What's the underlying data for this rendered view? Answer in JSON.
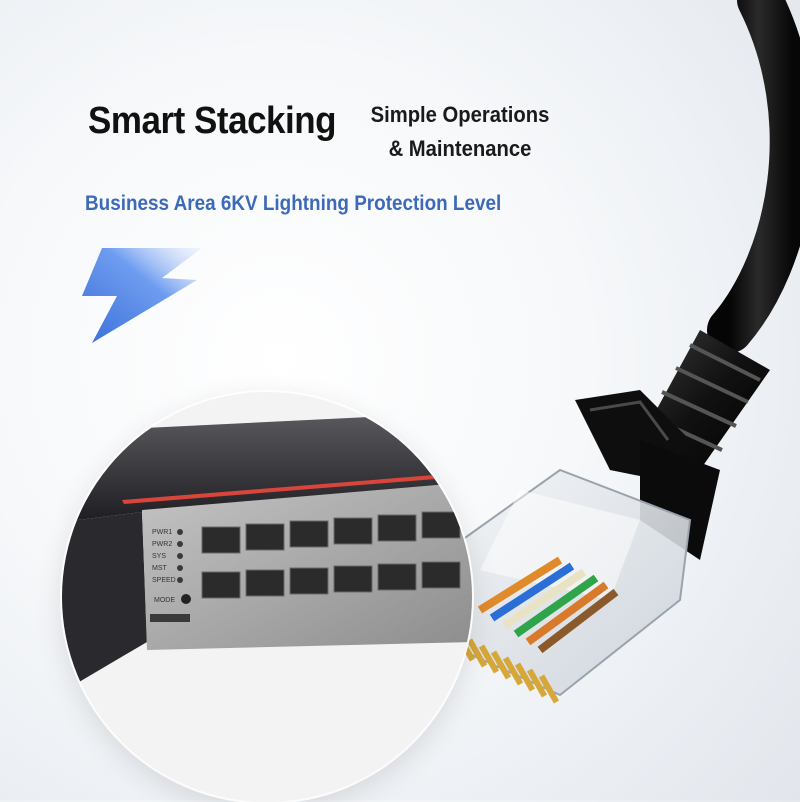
{
  "headline": "Smart Stacking",
  "subhead": {
    "line1": "Simple Operations",
    "line2": "& Maintenance"
  },
  "tagline": "Business Area 6KV Lightning Protection Level",
  "switch_labels": {
    "leds": [
      "PWR1",
      "PWR2",
      "SYS",
      "MST",
      "SPEED"
    ],
    "mode": "MODE"
  },
  "colors": {
    "tagline": "#3d6ab8",
    "bolt": "#4c7fe0",
    "switch_stripe": "#d9453a"
  },
  "icons": [
    "lightning-bolt-icon"
  ]
}
